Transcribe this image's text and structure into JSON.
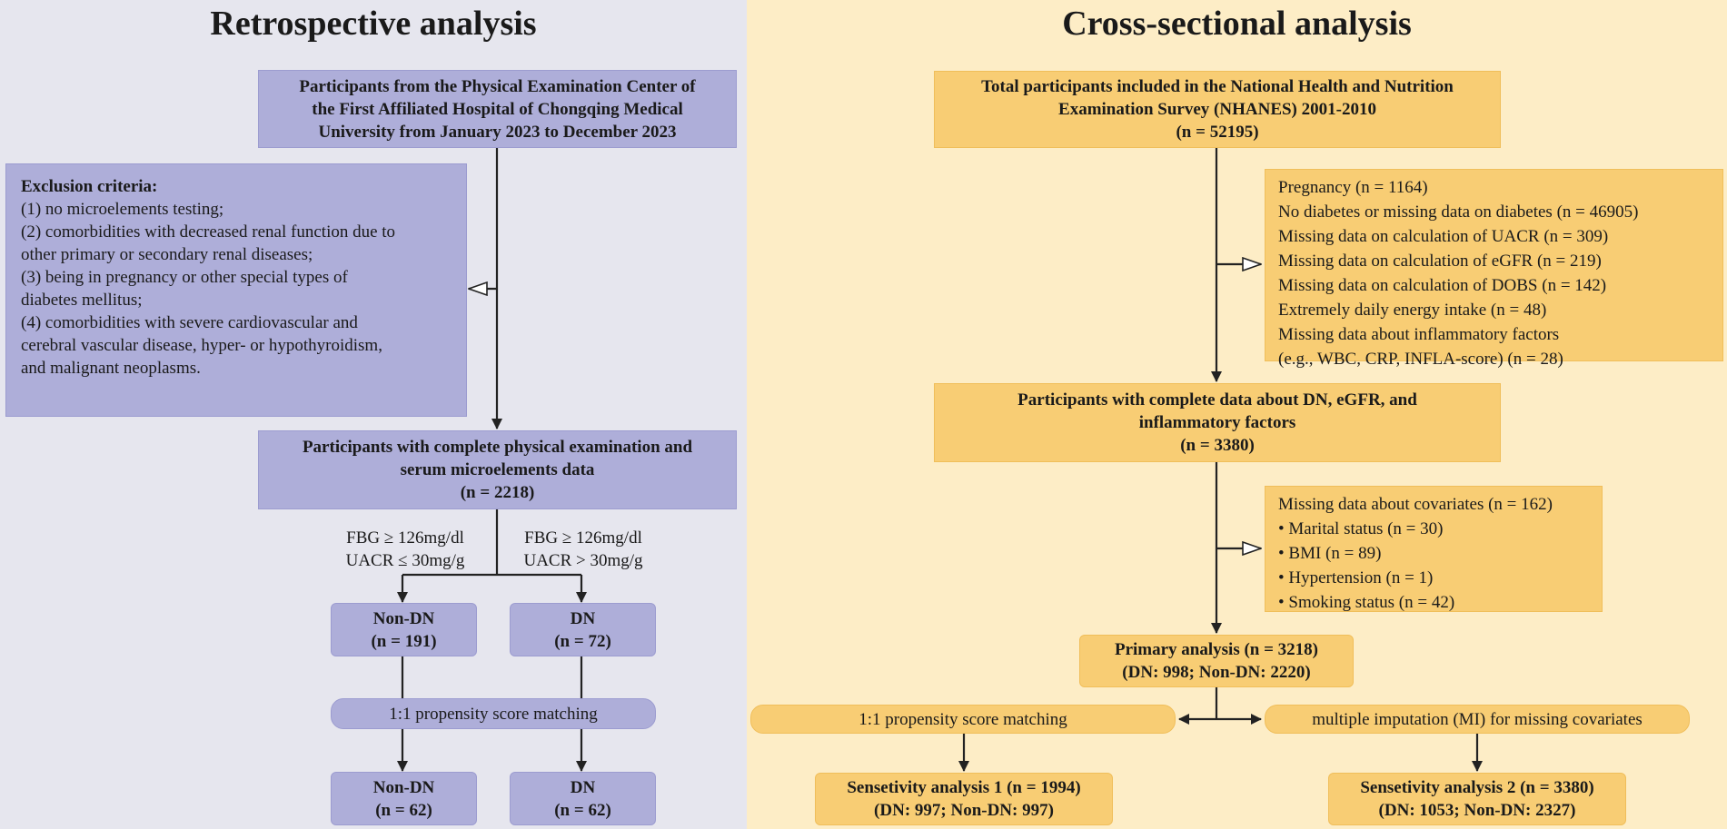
{
  "left": {
    "title": "Retrospective analysis",
    "source": {
      "lines": [
        "Participants from the Physical Examination Center of",
        "the First Affiliated Hospital of Chongqing Medical",
        "University from January 2023 to December 2023"
      ]
    },
    "exclusion": {
      "title": "Exclusion criteria:",
      "items": [
        "(1) no microelements testing;",
        "(2) comorbidities with decreased renal function due to",
        "other primary or secondary renal diseases;",
        "(3) being in pregnancy or other special types of",
        "diabetes mellitus;",
        "(4) comorbidities with severe cardiovascular and",
        "cerebral vascular disease, hyper- or hypothyroidism,",
        "and malignant neoplasms."
      ]
    },
    "complete": {
      "lines": [
        "Participants with complete physical examination and",
        "serum microelements data",
        "(n = 2218)"
      ]
    },
    "split_labels": {
      "non_dn": [
        "FBG ≥ 126mg/dl",
        "UACR ≤ 30mg/g"
      ],
      "dn": [
        "FBG ≥ 126mg/dl",
        "UACR > 30mg/g"
      ]
    },
    "non_dn_1": {
      "name": "Non-DN",
      "n": "(n = 191)"
    },
    "dn_1": {
      "name": "DN",
      "n": "(n = 72)"
    },
    "psm": "1:1 propensity score matching",
    "non_dn_2": {
      "name": "Non-DN",
      "n": "(n = 62)"
    },
    "dn_2": {
      "name": "DN",
      "n": "(n = 62)"
    }
  },
  "right": {
    "title": "Cross-sectional analysis",
    "total": {
      "lines": [
        "Total participants included in the National Health and Nutrition",
        "Examination Survey (NHANES) 2001-2010",
        "(n = 52195)"
      ]
    },
    "exclusion1": {
      "items": [
        "Pregnancy (n = 1164)",
        "No diabetes or missing data on diabetes (n = 46905)",
        "Missing data on calculation of UACR (n = 309)",
        "Missing data on calculation of eGFR (n = 219)",
        "Missing data on calculation of  DOBS (n = 142)",
        "Extremely daily energy intake (n = 48)",
        "Missing data about inflammatory factors",
        "(e.g., WBC, CRP, INFLA-score) (n = 28)"
      ]
    },
    "complete": {
      "lines": [
        "Participants with complete data about DN, eGFR, and",
        "inflammatory factors",
        "(n = 3380)"
      ]
    },
    "exclusion2": {
      "items": [
        "Missing data about covariates (n = 162)",
        "• Marital status  (n = 30)",
        "• BMI (n = 89)",
        "• Hypertension (n = 1)",
        "• Smoking status (n = 42)"
      ]
    },
    "primary": {
      "lines": [
        "Primary analysis (n = 3218)",
        "(DN: 998; Non-DN: 2220)"
      ]
    },
    "psm": "1:1 propensity score matching",
    "mi": "multiple imputation (MI) for missing covariates",
    "sens1": {
      "lines": [
        "Sensetivity analysis 1 (n = 1994)",
        "(DN: 997; Non-DN: 997)"
      ]
    },
    "sens2": {
      "lines": [
        "Sensetivity analysis 2 (n = 3380)",
        "(DN: 1053; Non-DN: 2327)"
      ]
    }
  },
  "colors": {
    "left_bg": "#e6e6ee",
    "right_bg": "#fdedc6",
    "purple_box": "#aeaed9",
    "orange_box": "#f8cd74",
    "line": "#222222"
  }
}
